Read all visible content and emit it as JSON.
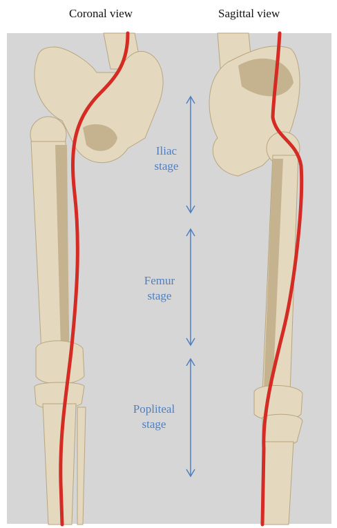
{
  "header": {
    "left_title": "Coronal view",
    "right_title": "Sagittal view"
  },
  "stages": [
    {
      "line1": "Iliac",
      "line2": "stage"
    },
    {
      "line1": "Femur",
      "line2": "stage"
    },
    {
      "line1": "Popliteal",
      "line2": "stage"
    }
  ],
  "colors": {
    "background": "#d6d6d6",
    "bone": "#e4d8be",
    "bone_shadow": "#c5b38f",
    "artery": "#d42b24",
    "arrow": "#4f7fbf"
  }
}
